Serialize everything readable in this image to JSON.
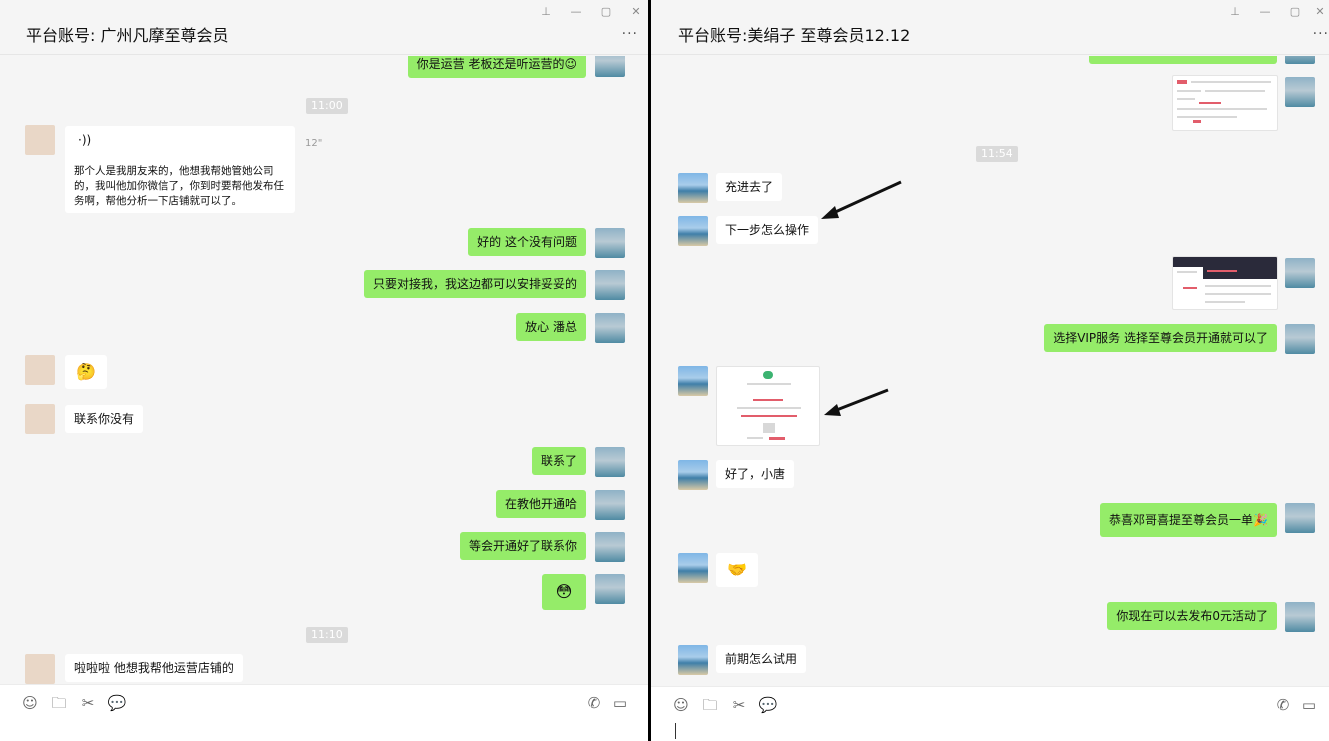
{
  "left": {
    "title": "平台账号: 广州凡摩至尊会员",
    "more": "···",
    "messages": {
      "m1": "你是运营 老板还是听运营的😉",
      "m2": "好的 这个没有问题",
      "m3": "只要对接我，我这边都可以安排妥妥的",
      "m4": "放心 潘总",
      "m5": "🤔",
      "m6": "联系你没有",
      "m7": "联系了",
      "m8": "在教他开通哈",
      "m9": "等会开通好了联系你",
      "m10": "😳",
      "m11": "啦啦啦 他想我帮他运营店铺的"
    },
    "timestamps": {
      "t1": "11:00",
      "t2": "11:10"
    },
    "voice": {
      "icon": "·))",
      "duration": "12\"",
      "transcript": "那个人是我朋友来的，他想我帮她管她公司的，我叫他加你微信了，你到时要帮他发布任务啊，帮他分析一下店铺就可以了。"
    }
  },
  "right": {
    "title": "平台账号:美绢子 至尊会员12.12",
    "more": "···",
    "messages": {
      "m1": "充进去了",
      "m2": "下一步怎么操作",
      "m3": "选择VIP服务 选择至尊会员开通就可以了",
      "m4": "好了，小唐",
      "m5": "恭喜邓哥喜提至尊会员一单🎉",
      "m6": "🤝",
      "m7": "你现在可以去发布0元活动了",
      "m8": "前期怎么试用"
    },
    "timestamps": {
      "t1": "11:54"
    }
  },
  "icons": {
    "emoji": "☺",
    "folder": "🗀",
    "scissors": "✂",
    "chat": "💬",
    "phone": "✆",
    "video": "▭",
    "pin": "⊥",
    "minimize": "—",
    "maximize": "▢",
    "close": "✕"
  }
}
